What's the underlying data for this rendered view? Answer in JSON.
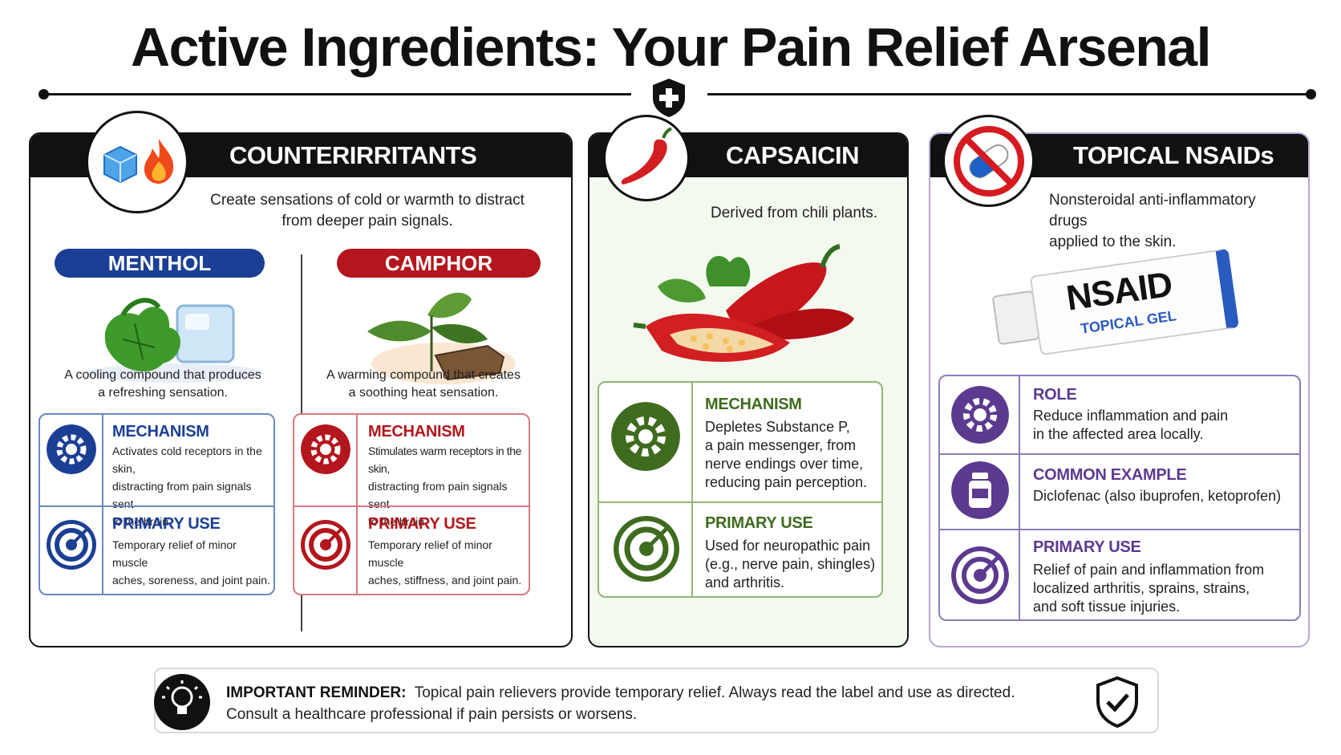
{
  "title": "Active Ingredients: Your Pain Relief Arsenal",
  "counterirritants": {
    "header": "COUNTERIRRITANTS",
    "description_line1": "Create sensations of cold or warmth to distract",
    "description_line2": "from deeper pain signals.",
    "menthol": {
      "label": "MENTHOL",
      "desc_line1": "A cooling compound that produces",
      "desc_line2": "a refreshing sensation.",
      "mechanism_title": "MECHANISM",
      "mechanism_text_line1": "Activates cold receptors in the skin,",
      "mechanism_text_line2": "distracting from pain signals sent",
      "mechanism_text_line3": "to the brain.",
      "use_title": "PRIMARY USE",
      "use_text_line1": "Temporary relief of minor muscle",
      "use_text_line2": "aches, soreness, and joint pain."
    },
    "camphor": {
      "label": "CAMPHOR",
      "desc_line1": "A warming compound that creates",
      "desc_line2": "a soothing heat sensation.",
      "mechanism_title": "MECHANISM",
      "mechanism_text_line1": "Stimulates warm receptors in the skin,",
      "mechanism_text_line2": "distracting from pain signals sent",
      "mechanism_text_line3": "to the brain.",
      "use_title": "PRIMARY USE",
      "use_text_line1": "Temporary relief of minor muscle",
      "use_text_line2": "aches, stiffness, and joint pain."
    }
  },
  "capsaicin": {
    "header": "CAPSAICIN",
    "description": "Derived from chili plants.",
    "mechanism_title": "MECHANISM",
    "mechanism_text_line1": "Depletes Substance P,",
    "mechanism_text_line2": "a pain messenger, from",
    "mechanism_text_line3": "nerve endings over time,",
    "mechanism_text_line4": "reducing pain perception.",
    "use_title": "PRIMARY USE",
    "use_text_line1": "Used for neuropathic pain",
    "use_text_line2": "(e.g., nerve pain, shingles)",
    "use_text_line3": "and arthritis."
  },
  "nsaids": {
    "header": "TOPICAL NSAIDs",
    "description_line1": "Nonsteroidal anti-inflammatory drugs",
    "description_line2": "applied to the skin.",
    "tube_label": "NSAID",
    "tube_sublabel": "TOPICAL GEL",
    "role_title": "ROLE",
    "role_text_line1": "Reduce inflammation and pain",
    "role_text_line2": "in the affected area locally.",
    "example_title": "COMMON EXAMPLE",
    "example_text": "Diclofenac (also ibuprofen, ketoprofen)",
    "use_title": "PRIMARY USE",
    "use_text_line1": "Relief of pain and inflammation from",
    "use_text_line2": "localized arthritis, sprains, strains,",
    "use_text_line3": "and soft tissue injuries."
  },
  "reminder": {
    "label": "IMPORTANT REMINDER:",
    "text_line1": "Topical pain relievers provide temporary relief. Always read the label and use as directed.",
    "text_line2": "Consult a healthcare professional if pain persists or worsens."
  },
  "colors": {
    "menthol_blue": "#1b3f94",
    "camphor_red": "#b3161c",
    "capsaicin_green": "#3f6b1f",
    "nsaid_purple": "#5c3a8f"
  },
  "icons": [
    "shield-cross-icon",
    "ice-cube-icon",
    "flame-icon",
    "chili-icon",
    "no-pill-icon",
    "gear-icon",
    "target-icon",
    "bottle-icon",
    "lightbulb-icon",
    "shield-check-icon"
  ]
}
